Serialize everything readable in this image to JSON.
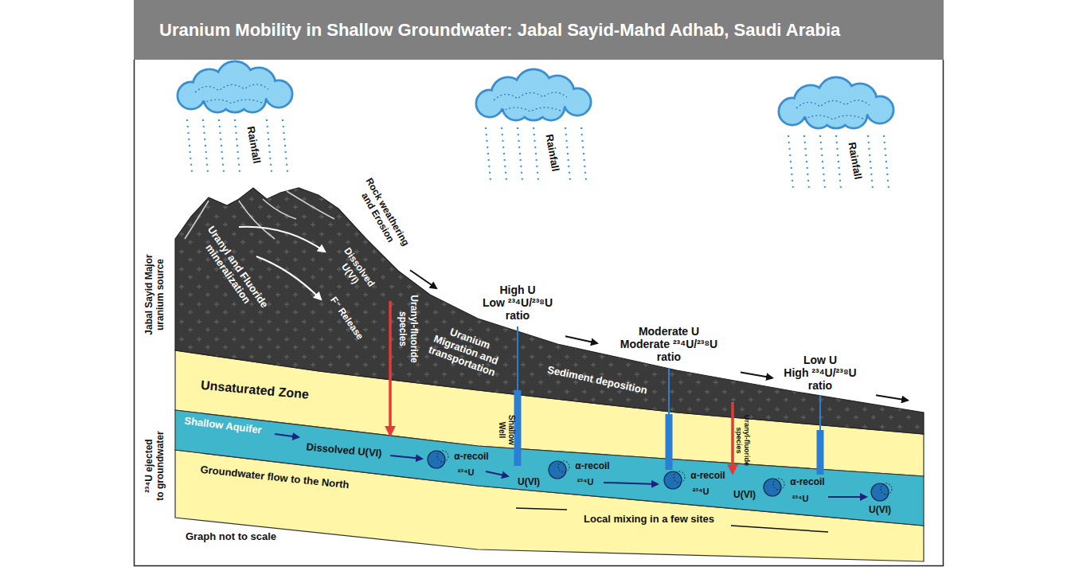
{
  "diagram": {
    "title": "Uranium Mobility in Shallow Groundwater: Jabal Sayid-Mahd Adhab, Saudi Arabia",
    "labels": [
      "Rainfall",
      "Rainfall",
      "Rainfall",
      "Jabal Sayid Major uranium source",
      "Uranyl and Fluoride mineralization",
      "Rock weathering and Erosion",
      "Dissolved U(VI)",
      "F⁻ Release",
      "Uranyl-fluoride species",
      "High U Low ²³⁴U/²³⁸U ratio",
      "Uranium Migration and transportation",
      "Moderate U Moderate ²³⁴U/²³⁸U ratio",
      "Sediment deposition",
      "Low U High ²³⁴U/²³⁸U ratio",
      "²³⁴U ejected to groundwater",
      "Unsaturated Zone",
      "Shallow Aquifer",
      "Shallow Well",
      "Dissolved U(VI)",
      "Groundwater flow to the North",
      "α-recoil",
      "²³⁴U",
      "U(VI)",
      "α-recoil",
      "²³⁴U",
      "Uranyl-fluoride species",
      "α-recoil",
      "²³⁴U",
      "U(VI)",
      "α-recoil",
      "²³⁴U",
      "U(VI)",
      "Local mixing in a few sites",
      "Graph not to scale"
    ]
  }
}
